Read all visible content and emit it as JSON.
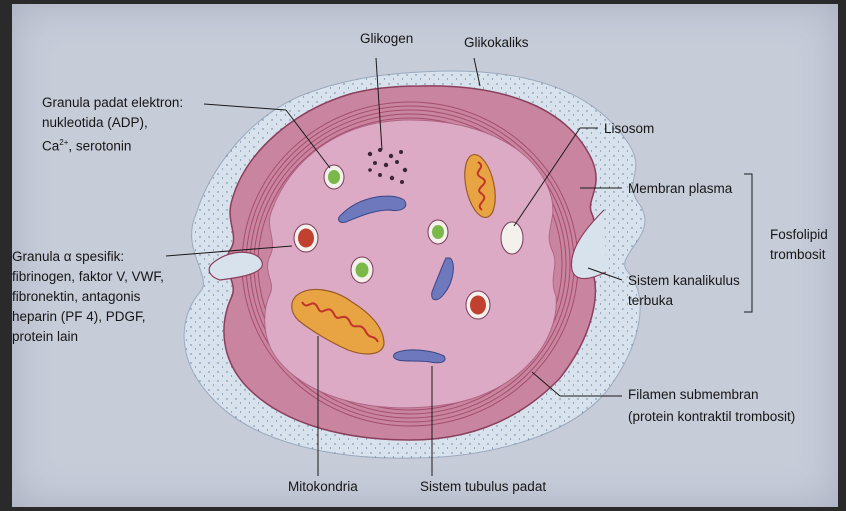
{
  "labels": {
    "glikogen": "Glikogen",
    "glikokaliks": "Glikokaliks",
    "granula_padat_1": "Granula padat elektron:",
    "granula_padat_2": "nukleotida (ADP),",
    "granula_padat_3a": "Ca",
    "granula_padat_3sup": "2+",
    "granula_padat_3b": ", serotonin",
    "lisosom": "Lisosom",
    "membran_plasma": "Membran plasma",
    "fosfolipid_1": "Fosfolipid",
    "fosfolipid_2": "trombosit",
    "granula_alpha_1": "Granula α spesifik:",
    "granula_alpha_2": "fibrinogen, faktor V, VWF,",
    "granula_alpha_3": "fibronektin, antagonis",
    "granula_alpha_4": "heparin (PF 4), PDGF,",
    "granula_alpha_5": "protein lain",
    "kanalikulus_1": "Sistem kanalikulus",
    "kanalikulus_2": "terbuka",
    "filamen_1": "Filamen submembran",
    "filamen_2": "(protein kontraktil trombosit)",
    "mitokondria": "Mitokondria",
    "tubulus": "Sistem tubulus padat"
  },
  "colors": {
    "glycocalyx": "#d8e2ec",
    "membrane": "#c9859f",
    "cytoplasm": "#dcaac4",
    "filament": "#b45a78",
    "mitochondria_fill": "#e8a442",
    "mitochondria_crista": "#c0342c",
    "tubule": "#6d78bd",
    "alpha_granule": "#c24030",
    "dense_granule": "#7ab84a",
    "lysosome": "#f4f0ec"
  }
}
